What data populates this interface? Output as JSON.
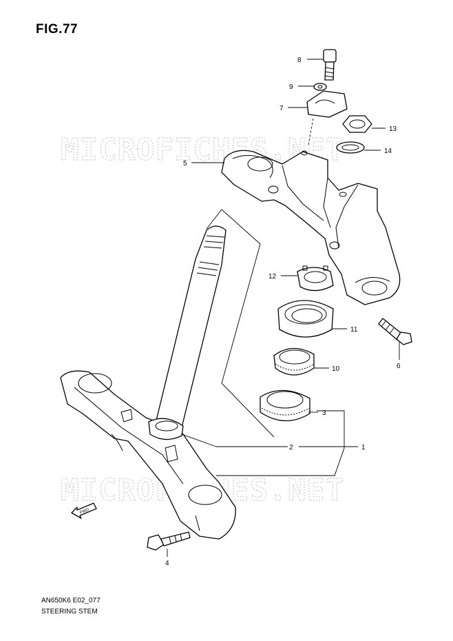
{
  "figure": {
    "title": "FIG.77",
    "code": "AN650K6 E02_077",
    "caption": "STEERING STEM"
  },
  "watermark": {
    "text": "MICROFICHES.NET",
    "color": "#d2d2d2"
  },
  "fwd_label": "FWD",
  "callouts": [
    {
      "id": "c1",
      "label": "1"
    },
    {
      "id": "c2",
      "label": "2"
    },
    {
      "id": "c3",
      "label": "3"
    },
    {
      "id": "c4",
      "label": "4"
    },
    {
      "id": "c5",
      "label": "5"
    },
    {
      "id": "c6",
      "label": "6"
    },
    {
      "id": "c7",
      "label": "7"
    },
    {
      "id": "c8",
      "label": "8"
    },
    {
      "id": "c9",
      "label": "9"
    },
    {
      "id": "c10",
      "label": "10"
    },
    {
      "id": "c11",
      "label": "11"
    },
    {
      "id": "c12",
      "label": "12"
    },
    {
      "id": "c13",
      "label": "13"
    },
    {
      "id": "c14",
      "label": "14"
    }
  ]
}
